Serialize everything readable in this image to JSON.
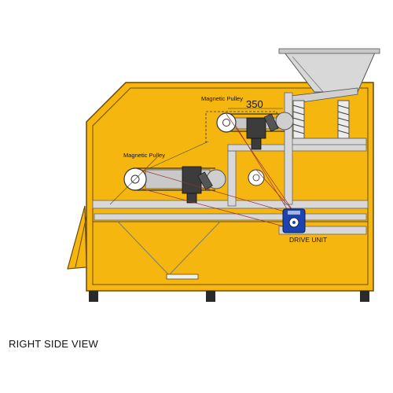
{
  "view_title": "RIGHT SIDE VIEW",
  "labels": {
    "upper_pulley": "Magnetic Pulley",
    "lower_pulley": "Magnetic Pulley",
    "dimension": "350",
    "drive_unit": "DRIVE UNIT"
  },
  "colors": {
    "body": "#f5b70f",
    "outline": "#6b4a00",
    "frame": "#d8d8d8",
    "motor": "#1c44b0",
    "bracket": "#3c3c3c"
  }
}
